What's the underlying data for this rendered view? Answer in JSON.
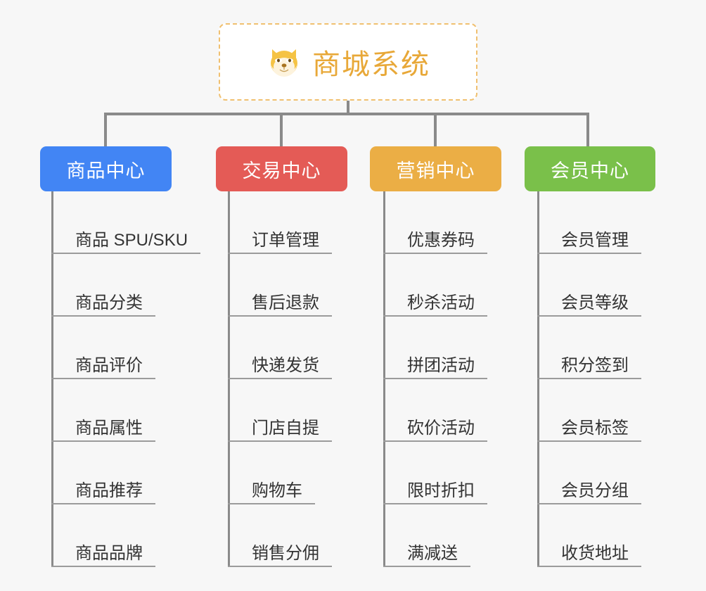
{
  "diagram": {
    "title": "商城系统",
    "root": {
      "icon": "shiba-dog-face-emoji",
      "emoji": "🐕",
      "label": "商城系统",
      "title_color": "#e8a838",
      "border_color": "#f0c070",
      "background": "#ffffff"
    },
    "background_color": "#f7f7f7",
    "connector_color": "#8a8a8a",
    "branches": [
      {
        "label": "商品中心",
        "color": "#4285f4",
        "items": [
          "商品 SPU/SKU",
          "商品分类",
          "商品评价",
          "商品属性",
          "商品推荐",
          "商品品牌"
        ]
      },
      {
        "label": "交易中心",
        "color": "#e45b56",
        "items": [
          "订单管理",
          "售后退款",
          "快递发货",
          "门店自提",
          "购物车",
          "销售分佣"
        ]
      },
      {
        "label": "营销中心",
        "color": "#ebae45",
        "items": [
          "优惠券码",
          "秒杀活动",
          "拼团活动",
          "砍价活动",
          "限时折扣",
          "满减送"
        ]
      },
      {
        "label": "会员中心",
        "color": "#7ac04a",
        "items": [
          "会员管理",
          "会员等级",
          "积分签到",
          "会员标签",
          "会员分组",
          "收货地址"
        ]
      }
    ]
  }
}
